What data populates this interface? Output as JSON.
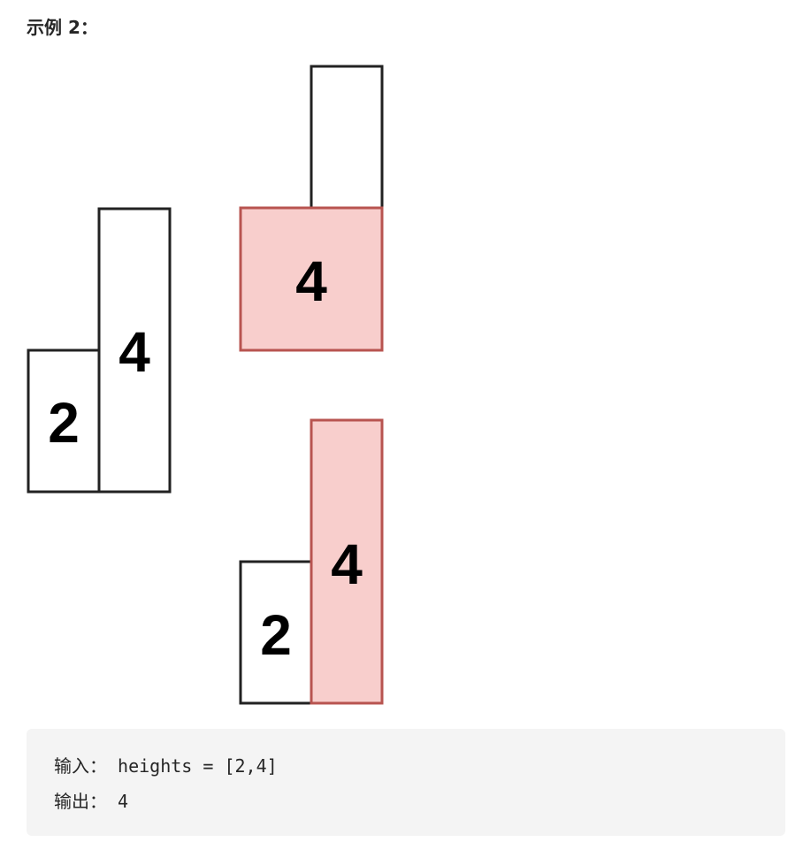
{
  "example": {
    "title": "示例 2："
  },
  "figure": {
    "bar_fill": "#ffffff",
    "highlight_fill": "#f8cecc",
    "outline": "#222222",
    "highlight_outline": "#b85450",
    "bars_left": [
      {
        "label": "2"
      },
      {
        "label": "4"
      }
    ],
    "top_right": {
      "highlight_label": "4"
    },
    "bottom_right": [
      {
        "label": "2"
      },
      {
        "label": "4"
      }
    ]
  },
  "code": {
    "input_label": "输入：",
    "input_value": " heights = [2,4]",
    "output_label": "输出：",
    "output_value": " 4"
  }
}
